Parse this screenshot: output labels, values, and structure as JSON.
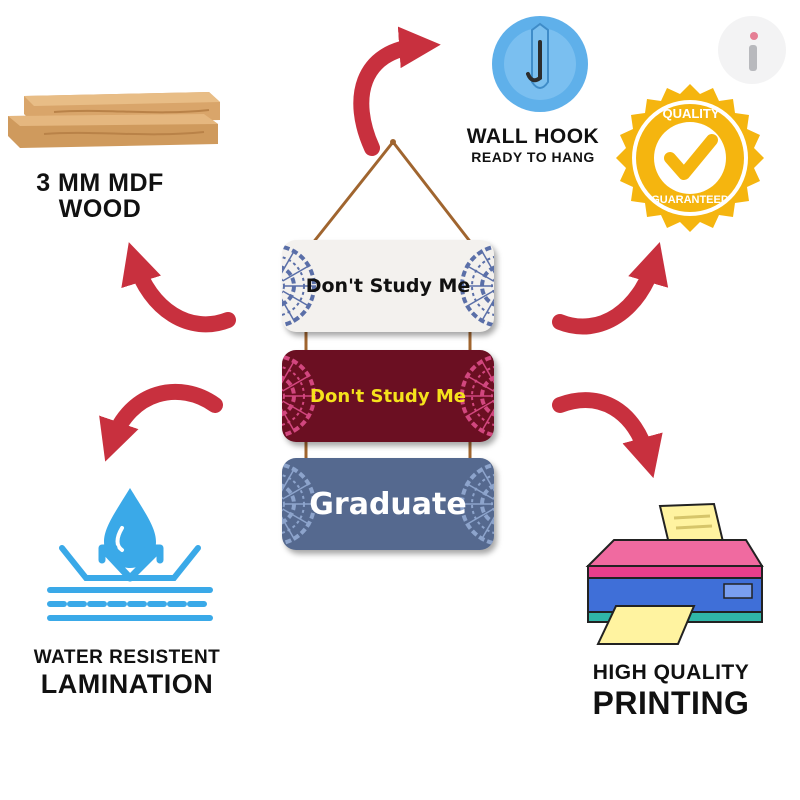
{
  "features": {
    "wood": {
      "line1": "3 MM MDF",
      "line2": "WOOD"
    },
    "hook": {
      "line1": "WALL HOOK",
      "line2": "READY TO HANG"
    },
    "water": {
      "line1": "WATER RESISTENT",
      "line2": "LAMINATION"
    },
    "print": {
      "line1": "HIGH QUALITY",
      "line2": "PRINTING"
    }
  },
  "quality_badge": {
    "top": "QUALITY",
    "bottom": "GUARANTEED"
  },
  "signs": [
    {
      "text": "Don't Study Me",
      "bg": "#f3f1ee",
      "color": "#111111",
      "accent": "#5a6fa8"
    },
    {
      "text": "Don't Study Me",
      "bg": "#6b0f22",
      "color": "#f5e21c",
      "accent": "#d2477f"
    },
    {
      "text": "Graduate",
      "bg": "#55698f",
      "color": "#ffffff",
      "accent": "#8da4cc"
    }
  ],
  "colors": {
    "arrow": "#c8303e",
    "badge_gold": "#f5b50f",
    "water_blue": "#3aa9e8",
    "hook_blue": "#5fb0ea"
  },
  "icons": [
    "wood-planks-icon",
    "wall-hook-icon",
    "quality-badge-icon",
    "water-drop-icon",
    "printer-icon",
    "info-logo-icon"
  ]
}
